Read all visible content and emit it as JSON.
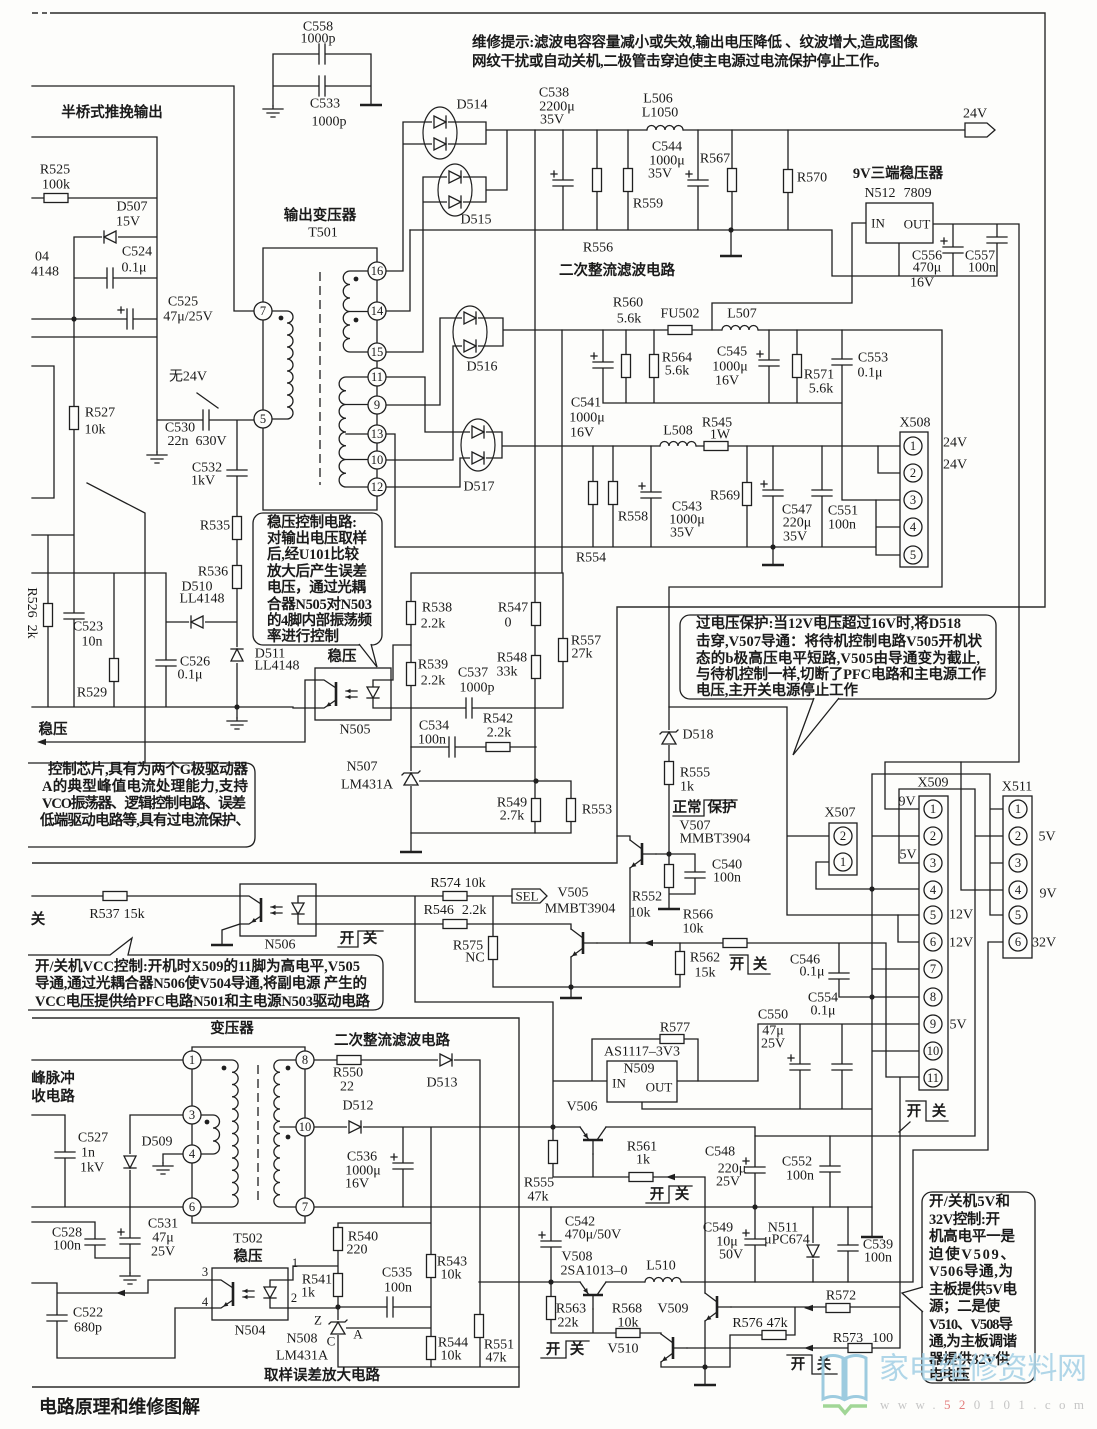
{
  "document": {
    "footer_title": "电路原理和维修图解",
    "repair_tip": [
      "维修提示:滤波电容容量减小或失效,输出电压降低 、纹波增大,造成图像",
      "网纹干扰或自动关机,二极管击穿迫使主电源过电流保护停止工作。"
    ]
  },
  "watermark": {
    "site_name": "家电维修资料网",
    "url_prefix": "www.",
    "url_highlight": "52",
    "url_suffix": "0101.com"
  },
  "sections": {
    "half_bridge_output": "半桥式推挽输出",
    "output_transformer": "输出变压器",
    "secondary_rectifier_main": "二次整流滤波电路",
    "regulator_9v": "9V三端稳压器",
    "aux_transformer": "变压器",
    "secondary_rectifier_aux": "二次整流滤波电路",
    "sampling_error_amp": "取样误差放大电路",
    "spike_absorber_fragment": [
      "峰脉冲",
      "收电路"
    ]
  },
  "callouts": {
    "regulation_control": [
      "稳压控制电路:",
      "对输出电压取样",
      "后,经U101比较",
      "放大后产生误差",
      "电压，通过光耦",
      "合器N505对N503",
      "的4脚内部振荡频",
      "率进行控制"
    ],
    "control_chip": [
      "控制芯片,具有为两个G极驱动器",
      "A的典型峰值电流处理能力,支持",
      "VCO振荡器、逻辑控制电路、误差",
      "低端驱动电路等,具有过电流保护、"
    ],
    "overvoltage_protection": [
      "过电压保护:当12V电压超过16V时,将D518",
      "击穿,V507导通：将待机控制电路V505开机状",
      "态的b极高压电平短路,V505由导通变为截止,",
      "与待机控制一样,切断了PFC电路和主电源工作",
      "电压,主开关电源停止工作"
    ],
    "vcc_on_off_control": [
      "开/关机VCC控制:开机时X509的11脚为高电平,V505",
      "导通,通过光耦合器N506使V504导通,将副电源 产生的",
      "VCC电压提供给PFC电路N501和主电源N503驱动电路"
    ],
    "on_off_5v_32v_control": [
      "开/关机5V和",
      "32V控制:开",
      "机高电平一是",
      "迫使V509、",
      "V506导通,为",
      "主板提供5V电",
      "源；二是使",
      "V510、V508导",
      "通,为主板调谐",
      "器提供32V供",
      "电电压"
    ]
  },
  "signals": {
    "out_24v": "24V",
    "sel": "SEL",
    "regulate": "稳压",
    "no_24v": "无24V",
    "off_fragment": "关"
  },
  "switch_marks": {
    "on": "开",
    "off": "关",
    "normal": "正常",
    "protect": "保护"
  },
  "fragments": {
    "diode_ref_tail": "04",
    "diode_part_tail": "4148"
  },
  "transformers": {
    "T501": {
      "ref": "T501",
      "primary_pins": [
        "7",
        "5"
      ],
      "secondary_pins": [
        "16",
        "14",
        "15",
        "11",
        "9",
        "13",
        "10",
        "12"
      ]
    },
    "T502": {
      "ref": "T502",
      "primary_pins": [
        "1",
        "3",
        "4",
        "6"
      ],
      "secondary_pins": [
        "8",
        "10",
        "7"
      ]
    }
  },
  "connectors": {
    "X507": {
      "ref": "X507",
      "pins": [
        "2",
        "1"
      ]
    },
    "X508": {
      "ref": "X508",
      "pins": [
        "1",
        "2",
        "3",
        "4",
        "5"
      ],
      "pin_voltages": {
        "1": "24V",
        "2": "24V"
      }
    },
    "X509": {
      "ref": "X509",
      "pins": [
        "1",
        "2",
        "3",
        "4",
        "5",
        "6",
        "7",
        "8",
        "9",
        "10",
        "11"
      ],
      "pin_voltages": {
        "1": "9V",
        "3": "5V",
        "5": "12V",
        "6": "12V",
        "9": "5V"
      }
    },
    "X511": {
      "ref": "X511",
      "pins": [
        "1",
        "2",
        "3",
        "4",
        "5",
        "6"
      ],
      "pin_voltages": {
        "2": "5V",
        "4": "9V",
        "6": "32V"
      }
    }
  },
  "components": {
    "R525": {
      "ref": "R525",
      "value": "100k"
    },
    "R526": {
      "ref": "R526",
      "value": "2k"
    },
    "R527": {
      "ref": "R527",
      "value": "10k"
    },
    "R529": {
      "ref": "R529"
    },
    "R535": {
      "ref": "R535"
    },
    "R536": {
      "ref": "R536"
    },
    "R537": {
      "ref": "R537",
      "value": "15k"
    },
    "R538": {
      "ref": "R538",
      "value": "2.2k"
    },
    "R539": {
      "ref": "R539",
      "value": "2.2k"
    },
    "R540": {
      "ref": "R540",
      "value": "220"
    },
    "R541": {
      "ref": "R541",
      "value": "1k"
    },
    "R542": {
      "ref": "R542",
      "value": "2.2k"
    },
    "R543": {
      "ref": "R543",
      "value": "10k"
    },
    "R544": {
      "ref": "R544",
      "value": "10k"
    },
    "R545": {
      "ref": "R545",
      "value": "1W"
    },
    "R546": {
      "ref": "R546",
      "value": "2.2k"
    },
    "R547": {
      "ref": "R547",
      "value": "0"
    },
    "R548": {
      "ref": "R548",
      "value": "33k"
    },
    "R549": {
      "ref": "R549",
      "value": "2.7k"
    },
    "R550": {
      "ref": "R550",
      "value": "22"
    },
    "R551": {
      "ref": "R551",
      "value": "47k"
    },
    "R552": {
      "ref": "R552",
      "value": "10k"
    },
    "R553": {
      "ref": "R553"
    },
    "R554": {
      "ref": "R554"
    },
    "R555_protect": {
      "ref": "R555",
      "value": "1k"
    },
    "R555_v506": {
      "ref": "R555",
      "value": "47k"
    },
    "R556": {
      "ref": "R556"
    },
    "R557": {
      "ref": "R557",
      "value": "27k"
    },
    "R558": {
      "ref": "R558"
    },
    "R559": {
      "ref": "R559"
    },
    "R560": {
      "ref": "R560",
      "value": "5.6k"
    },
    "R561": {
      "ref": "R561",
      "value": "1k"
    },
    "R562": {
      "ref": "R562",
      "value": "15k"
    },
    "R563": {
      "ref": "R563",
      "value": "22k"
    },
    "R564": {
      "ref": "R564",
      "value": "5.6k"
    },
    "R566": {
      "ref": "R566",
      "value": "10k"
    },
    "R567": {
      "ref": "R567"
    },
    "R568": {
      "ref": "R568",
      "value": "10k"
    },
    "R569": {
      "ref": "R569"
    },
    "R570": {
      "ref": "R570"
    },
    "R571": {
      "ref": "R571",
      "value": "5.6k"
    },
    "R572": {
      "ref": "R572"
    },
    "R573": {
      "ref": "R573",
      "value": "100"
    },
    "R574": {
      "ref": "R574",
      "value": "10k"
    },
    "R575": {
      "ref": "R575",
      "value": "NC"
    },
    "R576": {
      "ref": "R576",
      "value": "47k"
    },
    "R577": {
      "ref": "R577"
    },
    "C522": {
      "ref": "C522",
      "value": "680p"
    },
    "C523": {
      "ref": "C523",
      "value": "10n"
    },
    "C524": {
      "ref": "C524",
      "value": "0.1μ"
    },
    "C525": {
      "ref": "C525",
      "value": "47μ/25V"
    },
    "C526": {
      "ref": "C526",
      "value": "0.1μ"
    },
    "C527": {
      "ref": "C527",
      "value": "1n",
      "voltage": "1kV"
    },
    "C528": {
      "ref": "C528",
      "value": "100n"
    },
    "C530": {
      "ref": "C530",
      "value": "22n",
      "voltage": "630V"
    },
    "C531": {
      "ref": "C531",
      "value": "47μ",
      "voltage": "25V"
    },
    "C532": {
      "ref": "C532",
      "voltage": "1kV"
    },
    "C533": {
      "ref": "C533",
      "value": "1000p"
    },
    "C534": {
      "ref": "C534",
      "value": "100n"
    },
    "C535": {
      "ref": "C535",
      "value": "100n"
    },
    "C536": {
      "ref": "C536",
      "value": "1000μ",
      "voltage": "16V"
    },
    "C537": {
      "ref": "C537",
      "value": "1000p"
    },
    "C538": {
      "ref": "C538",
      "value": "2200μ",
      "voltage": "35V"
    },
    "C539": {
      "ref": "C539",
      "value": "100n"
    },
    "C540": {
      "ref": "C540",
      "value": "100n"
    },
    "C541": {
      "ref": "C541",
      "value": "1000μ",
      "voltage": "16V"
    },
    "C542": {
      "ref": "C542",
      "value": "470μ/50V"
    },
    "C543": {
      "ref": "C543",
      "value": "1000μ",
      "voltage": "35V"
    },
    "C544": {
      "ref": "C544",
      "value": "1000μ",
      "voltage": "35V"
    },
    "C545": {
      "ref": "C545",
      "value": "1000μ",
      "voltage": "16V"
    },
    "C546": {
      "ref": "C546",
      "value": "0.1μ"
    },
    "C547": {
      "ref": "C547",
      "value": "220μ",
      "voltage": "35V"
    },
    "C548": {
      "ref": "C548",
      "value": "220μ",
      "voltage": "25V"
    },
    "C549": {
      "ref": "C549",
      "value": "10μ",
      "voltage": "50V"
    },
    "C550": {
      "ref": "C550",
      "value": "47μ",
      "voltage": "25V"
    },
    "C551": {
      "ref": "C551",
      "value": "100n"
    },
    "C552": {
      "ref": "C552",
      "value": "100n"
    },
    "C553": {
      "ref": "C553",
      "value": "0.1μ"
    },
    "C554": {
      "ref": "C554",
      "value": "0.1μ"
    },
    "C556": {
      "ref": "C556",
      "value": "470μ",
      "voltage": "16V"
    },
    "C557": {
      "ref": "C557",
      "value": "100n"
    },
    "C558": {
      "ref": "C558",
      "value": "1000p"
    },
    "D507": {
      "ref": "D507",
      "value": "15V"
    },
    "D509": {
      "ref": "D509"
    },
    "D510": {
      "ref": "D510",
      "part": "LL4148"
    },
    "D511": {
      "ref": "D511",
      "part": "LL4148"
    },
    "D512": {
      "ref": "D512"
    },
    "D513": {
      "ref": "D513"
    },
    "D514": {
      "ref": "D514"
    },
    "D515": {
      "ref": "D515"
    },
    "D516": {
      "ref": "D516"
    },
    "D517": {
      "ref": "D517"
    },
    "D518": {
      "ref": "D518"
    },
    "L506": {
      "ref": "L506",
      "part": "L1050"
    },
    "L507": {
      "ref": "L507"
    },
    "L508": {
      "ref": "L508"
    },
    "L510": {
      "ref": "L510"
    },
    "FU502": {
      "ref": "FU502"
    },
    "V505": {
      "ref": "V505",
      "part": "MMBT3904"
    },
    "V506": {
      "ref": "V506"
    },
    "V507": {
      "ref": "V507",
      "part": "MMBT3904"
    },
    "V508": {
      "ref": "V508",
      "part": "2SA1013–0"
    },
    "V509": {
      "ref": "V509"
    },
    "V510": {
      "ref": "V510"
    },
    "N504": {
      "ref": "N504",
      "pins": [
        "3",
        "4",
        "1",
        "2"
      ]
    },
    "N505": {
      "ref": "N505"
    },
    "N506": {
      "ref": "N506"
    },
    "N507": {
      "ref": "N507",
      "part": "LM431A"
    },
    "N508": {
      "ref": "N508",
      "part": "LM431A",
      "pins": [
        "Z",
        "C",
        "A"
      ]
    },
    "N509": {
      "ref": "N509",
      "part": "AS1117–3V3",
      "pin_in": "IN",
      "pin_out": "OUT"
    },
    "N511": {
      "ref": "N511",
      "part": "μPC674"
    },
    "N512": {
      "ref": "N512",
      "part": "7809",
      "pin_in": "IN",
      "pin_out": "OUT"
    }
  }
}
